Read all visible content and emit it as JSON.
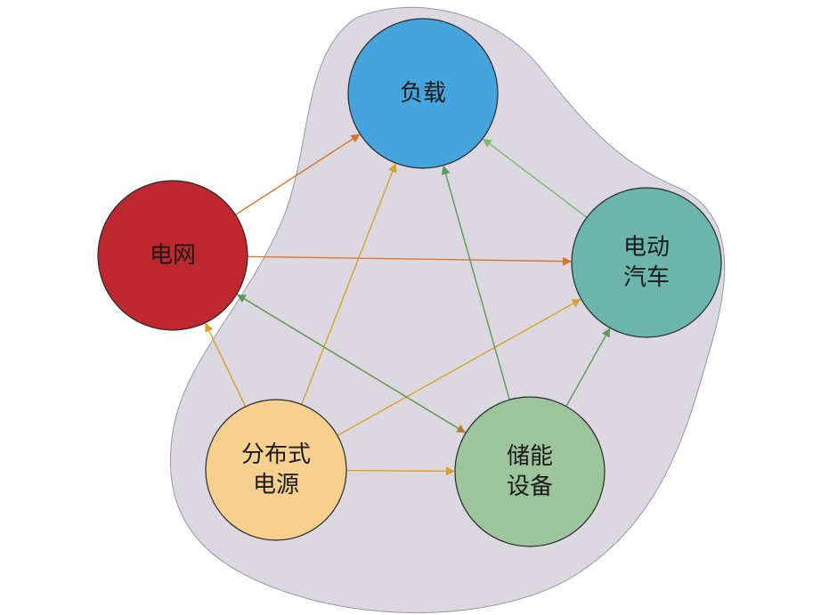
{
  "diagram": {
    "colors": {
      "background_region": "#dcd8e2",
      "region_stroke": "#9a95a8",
      "node_stroke": "#2a2a2a",
      "arrow_orange": "#d8742e",
      "arrow_gold": "#d6a02c",
      "arrow_green": "#5f9a57",
      "arrow_light_green": "#7cb86a"
    },
    "nodes": [
      {
        "id": "load",
        "lines": [
          "负载"
        ],
        "color": "#45a4dc"
      },
      {
        "id": "grid",
        "lines": [
          "电网"
        ],
        "color": "#bf272e"
      },
      {
        "id": "ev",
        "lines": [
          "电动",
          "汽车"
        ],
        "color": "#6bb5ad"
      },
      {
        "id": "dg",
        "lines": [
          "分布式",
          "电源"
        ],
        "color": "#f7d08f"
      },
      {
        "id": "storage",
        "lines": [
          "储能",
          "设备"
        ],
        "color": "#9cc59c"
      }
    ],
    "edges": [
      {
        "from": "grid",
        "to": "load",
        "color_key": "arrow_orange"
      },
      {
        "from": "grid",
        "to": "ev",
        "color_key": "arrow_orange"
      },
      {
        "from": "grid",
        "to": "storage",
        "color_key": "arrow_orange"
      },
      {
        "from": "dg",
        "to": "grid",
        "color_key": "arrow_gold"
      },
      {
        "from": "dg",
        "to": "load",
        "color_key": "arrow_gold"
      },
      {
        "from": "dg",
        "to": "ev",
        "color_key": "arrow_gold"
      },
      {
        "from": "dg",
        "to": "storage",
        "color_key": "arrow_gold"
      },
      {
        "from": "storage",
        "to": "load",
        "color_key": "arrow_green"
      },
      {
        "from": "storage",
        "to": "grid",
        "color_key": "arrow_green"
      },
      {
        "from": "storage",
        "to": "ev",
        "color_key": "arrow_green"
      },
      {
        "from": "ev",
        "to": "load",
        "color_key": "arrow_light_green"
      }
    ]
  }
}
